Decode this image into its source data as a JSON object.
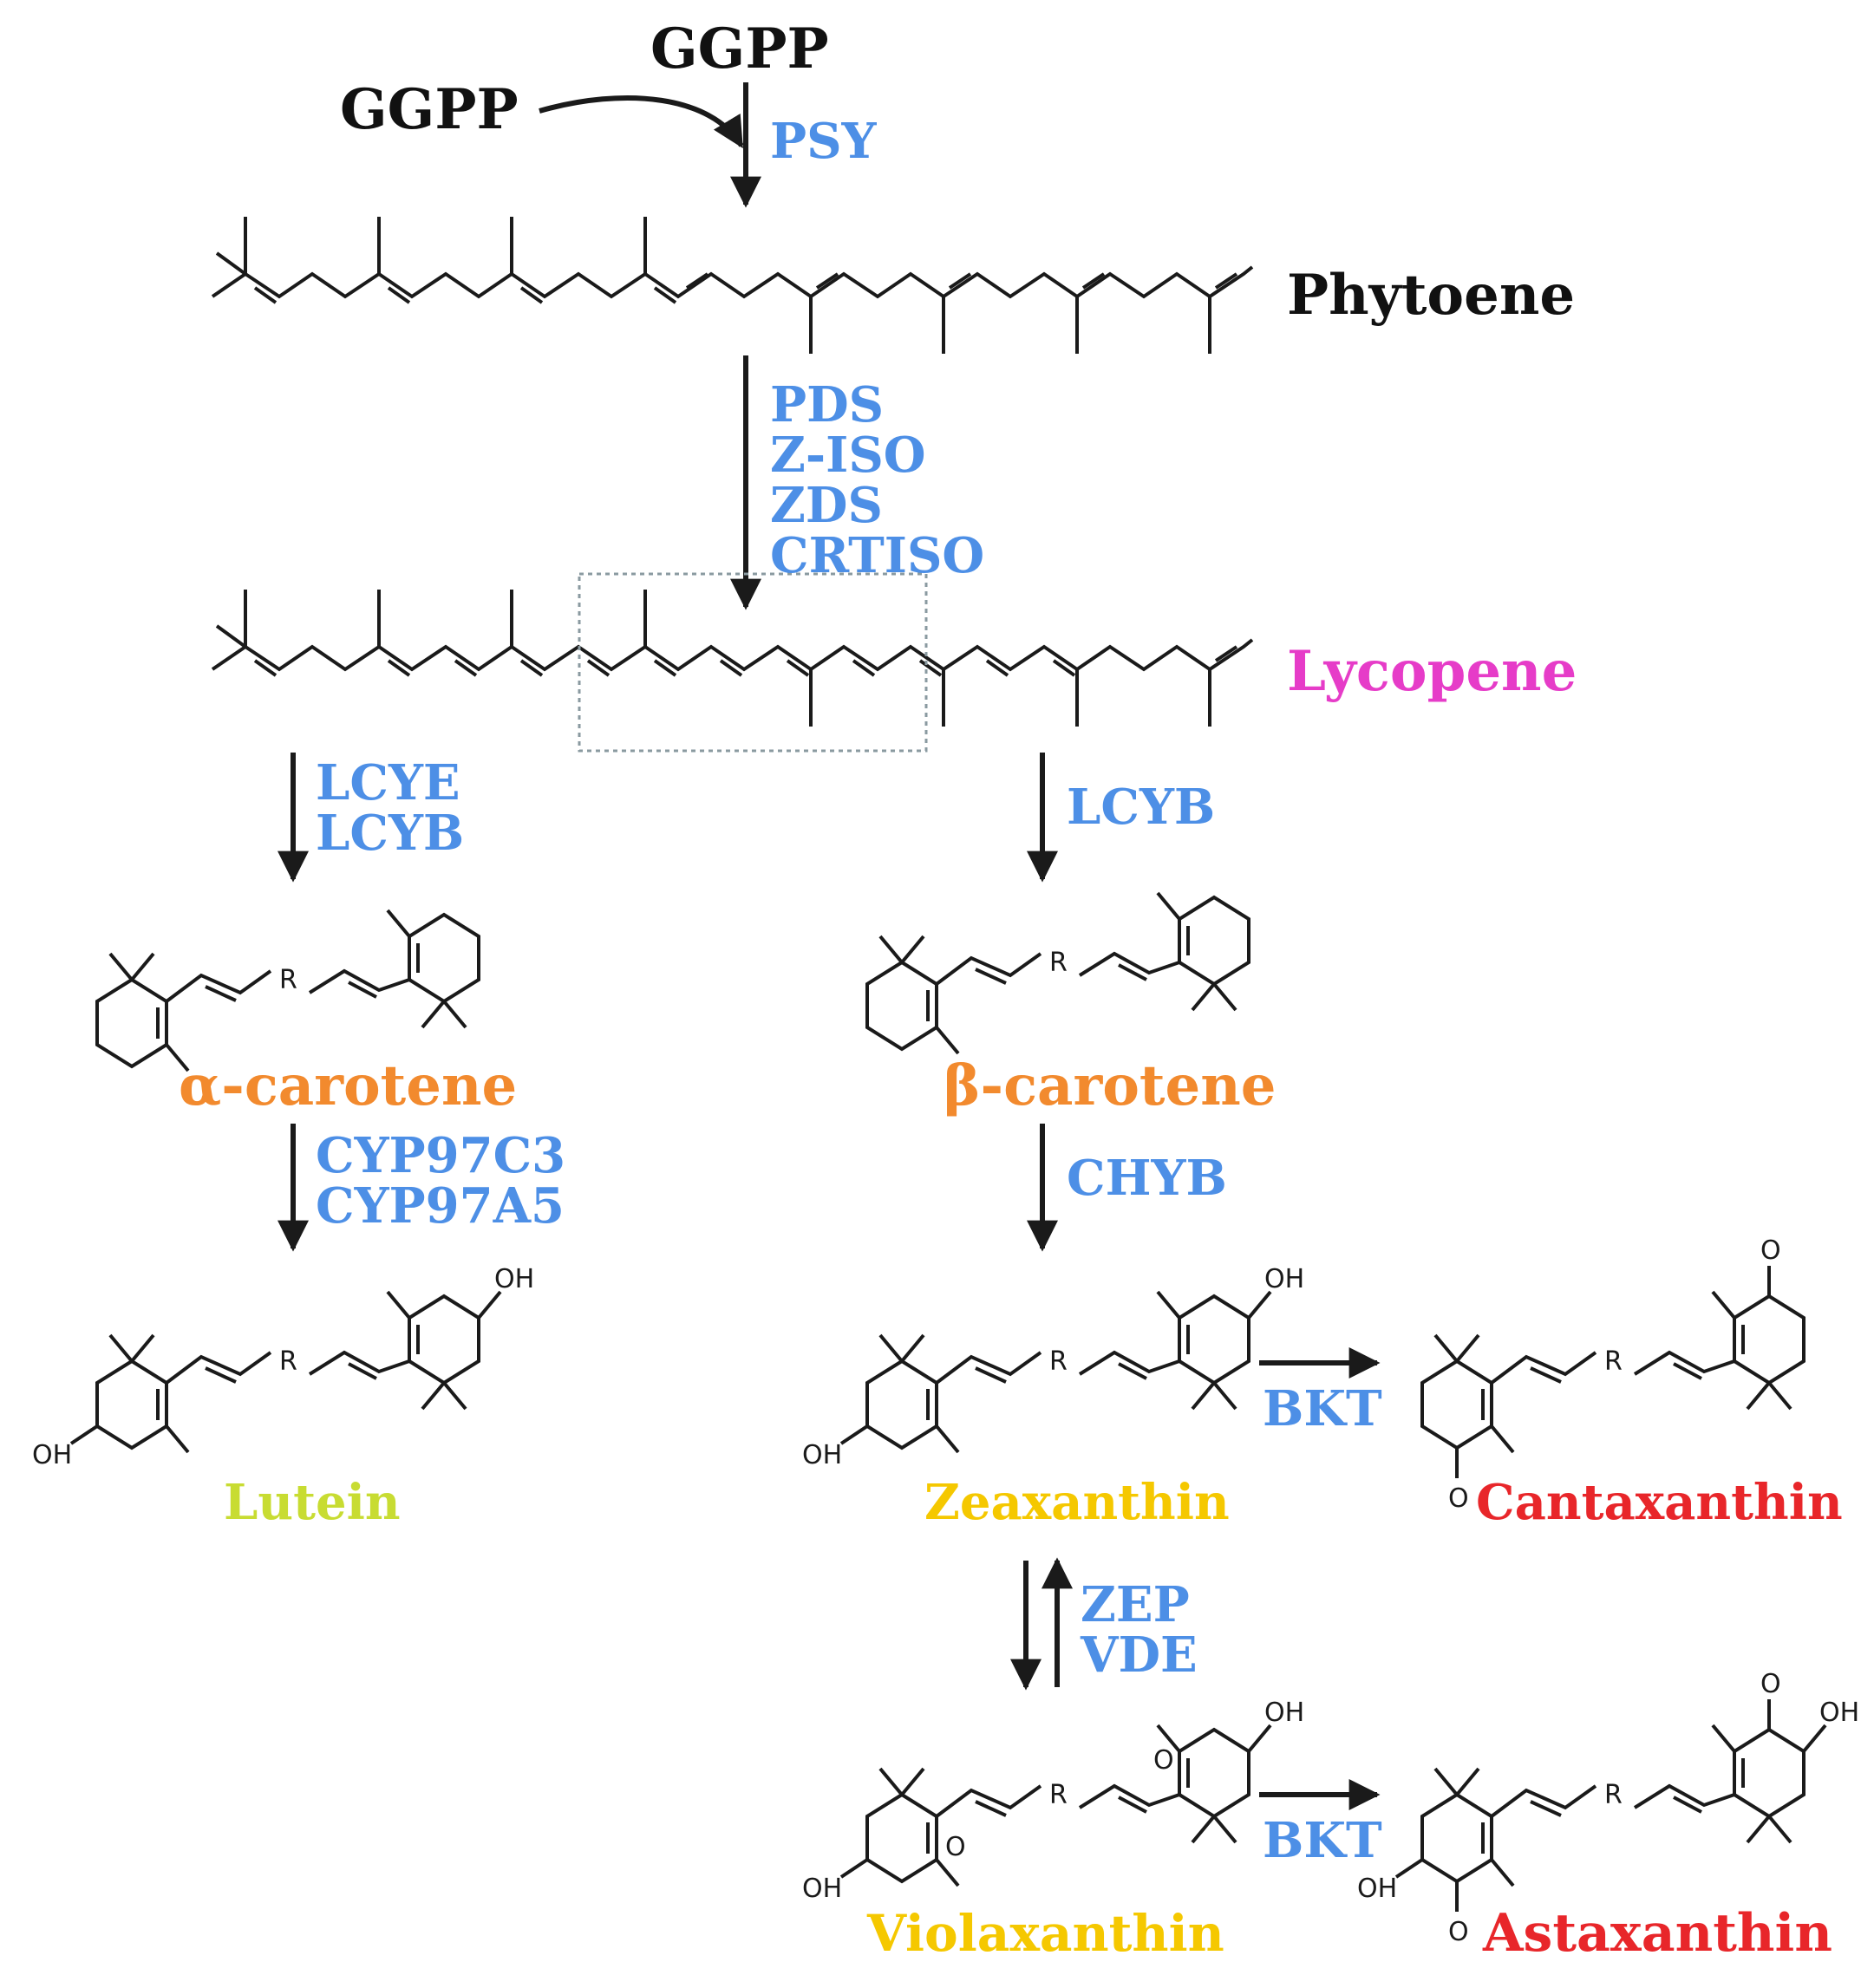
{
  "colors": {
    "substrate": "#111111",
    "enzyme": "#4d8fe6",
    "lycopene": "#e63cc8",
    "carotene": "#f28a2e",
    "lutein": "#c8dc32",
    "xanthin_yellow": "#f5c800",
    "ketocarotenoid": "#e8262a",
    "bond": "#1a1a1a",
    "box": "#8a9aa0"
  },
  "compounds": {
    "ggpp_top": "GGPP",
    "ggpp_left": "GGPP",
    "phytoene": "Phytoene",
    "lycopene": "Lycopene",
    "alpha_carotene": "α-carotene",
    "beta_carotene": "β-carotene",
    "lutein": "Lutein",
    "zeaxanthin": "Zeaxanthin",
    "cantaxanthin": "Cantaxanthin",
    "violaxanthin": "Violaxanthin",
    "astaxanthin": "Astaxanthin"
  },
  "enzymes": {
    "psy": "PSY",
    "desaturation": [
      "PDS",
      "Z-ISO",
      "ZDS",
      "CRTISO"
    ],
    "alpha_cyclases": [
      "LCYE",
      "LCYB"
    ],
    "beta_cyclase": "LCYB",
    "alpha_hydroxylases": [
      "CYP97C3",
      "CYP97A5"
    ],
    "beta_hydroxylase": "CHYB",
    "bkt_upper": "BKT",
    "bkt_lower": "BKT",
    "epoxidation": [
      "ZEP",
      "VDE"
    ]
  },
  "atoms": {
    "r": "R",
    "oh": "OH",
    "o": "O"
  }
}
